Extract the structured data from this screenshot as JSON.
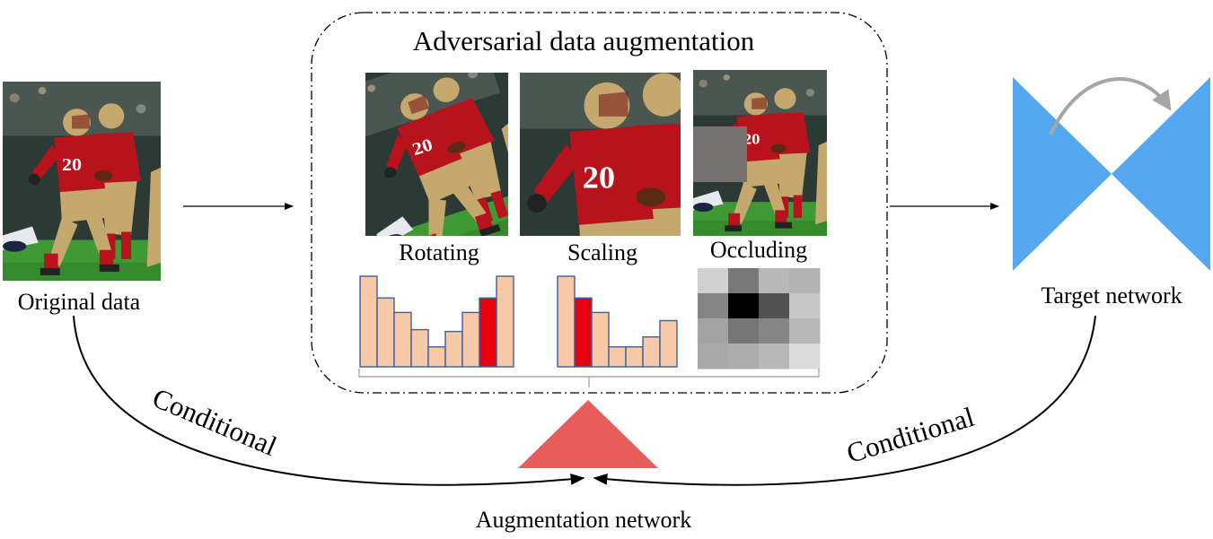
{
  "labels": {
    "module_title": "Adversarial data augmentation",
    "original": "Original data",
    "rotating": "Rotating",
    "scaling": "Scaling",
    "occluding": "Occluding",
    "target": "Target network",
    "augnet": "Augmentation network",
    "conditional_left": "Conditional",
    "conditional_right": "Conditional"
  },
  "colors": {
    "bar_fill": "#f8c9a6",
    "bar_highlight": "#e8000f",
    "bar_stroke": "#3f5f9f",
    "target_blue": "#55a8f0",
    "augnet_red": "#e85c5c",
    "field_green": "#3f9a35",
    "jersey_red": "#b8121c",
    "pants_gold": "#c4a86e",
    "occluder_gray": "#767171",
    "arc_gray": "#a6a6a6"
  },
  "histograms": {
    "rotating": {
      "values": [
        10,
        7.6,
        6,
        4.1,
        2.2,
        3.9,
        6,
        7.6,
        10
      ],
      "highlight_index": 7
    },
    "scaling": {
      "values": [
        10,
        7.6,
        6,
        2.2,
        2.2,
        3.3,
        5.1
      ],
      "highlight_index": 1
    }
  },
  "occlusion_grid": {
    "rows": 4,
    "cols": 4,
    "gray_levels": [
      [
        0.82,
        0.47,
        0.72,
        0.7
      ],
      [
        0.52,
        0.0,
        0.32,
        0.78
      ],
      [
        0.64,
        0.46,
        0.52,
        0.72
      ],
      [
        0.66,
        0.68,
        0.72,
        0.86
      ]
    ]
  }
}
